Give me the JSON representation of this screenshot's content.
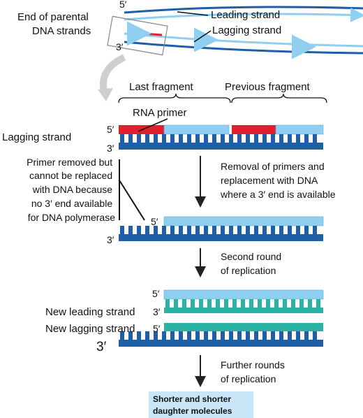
{
  "labels": {
    "end_parental_line1": "End of parental",
    "end_parental_line2": "DNA strands",
    "leading_strand": "Leading strand",
    "lagging_strand_top": "Lagging strand",
    "five_prime": "5′",
    "three_prime": "3′",
    "last_fragment": "Last fragment",
    "previous_fragment": "Previous fragment",
    "rna_primer": "RNA primer",
    "lagging_strand": "Lagging strand",
    "primer_note": [
      "Primer removed but",
      "cannot be replaced",
      "with DNA because",
      "no 3′ end available",
      "for DNA polymerase"
    ],
    "step1": [
      "Removal of primers and",
      "replacement with DNA",
      "where a 3′ end is available"
    ],
    "step2": [
      "Second round",
      "of replication"
    ],
    "new_leading_strand": "New leading strand",
    "new_lagging_strand": "New lagging strand",
    "step3": [
      "Further rounds",
      "of replication"
    ],
    "result": [
      "Shorter and shorter",
      "daughter molecules"
    ]
  },
  "colors": {
    "dark_blue": "#1f5fa8",
    "light_blue": "#8fd0f2",
    "teal": "#2ab3a4",
    "red": "#e0202e",
    "result_box": "#c7e6f7"
  }
}
